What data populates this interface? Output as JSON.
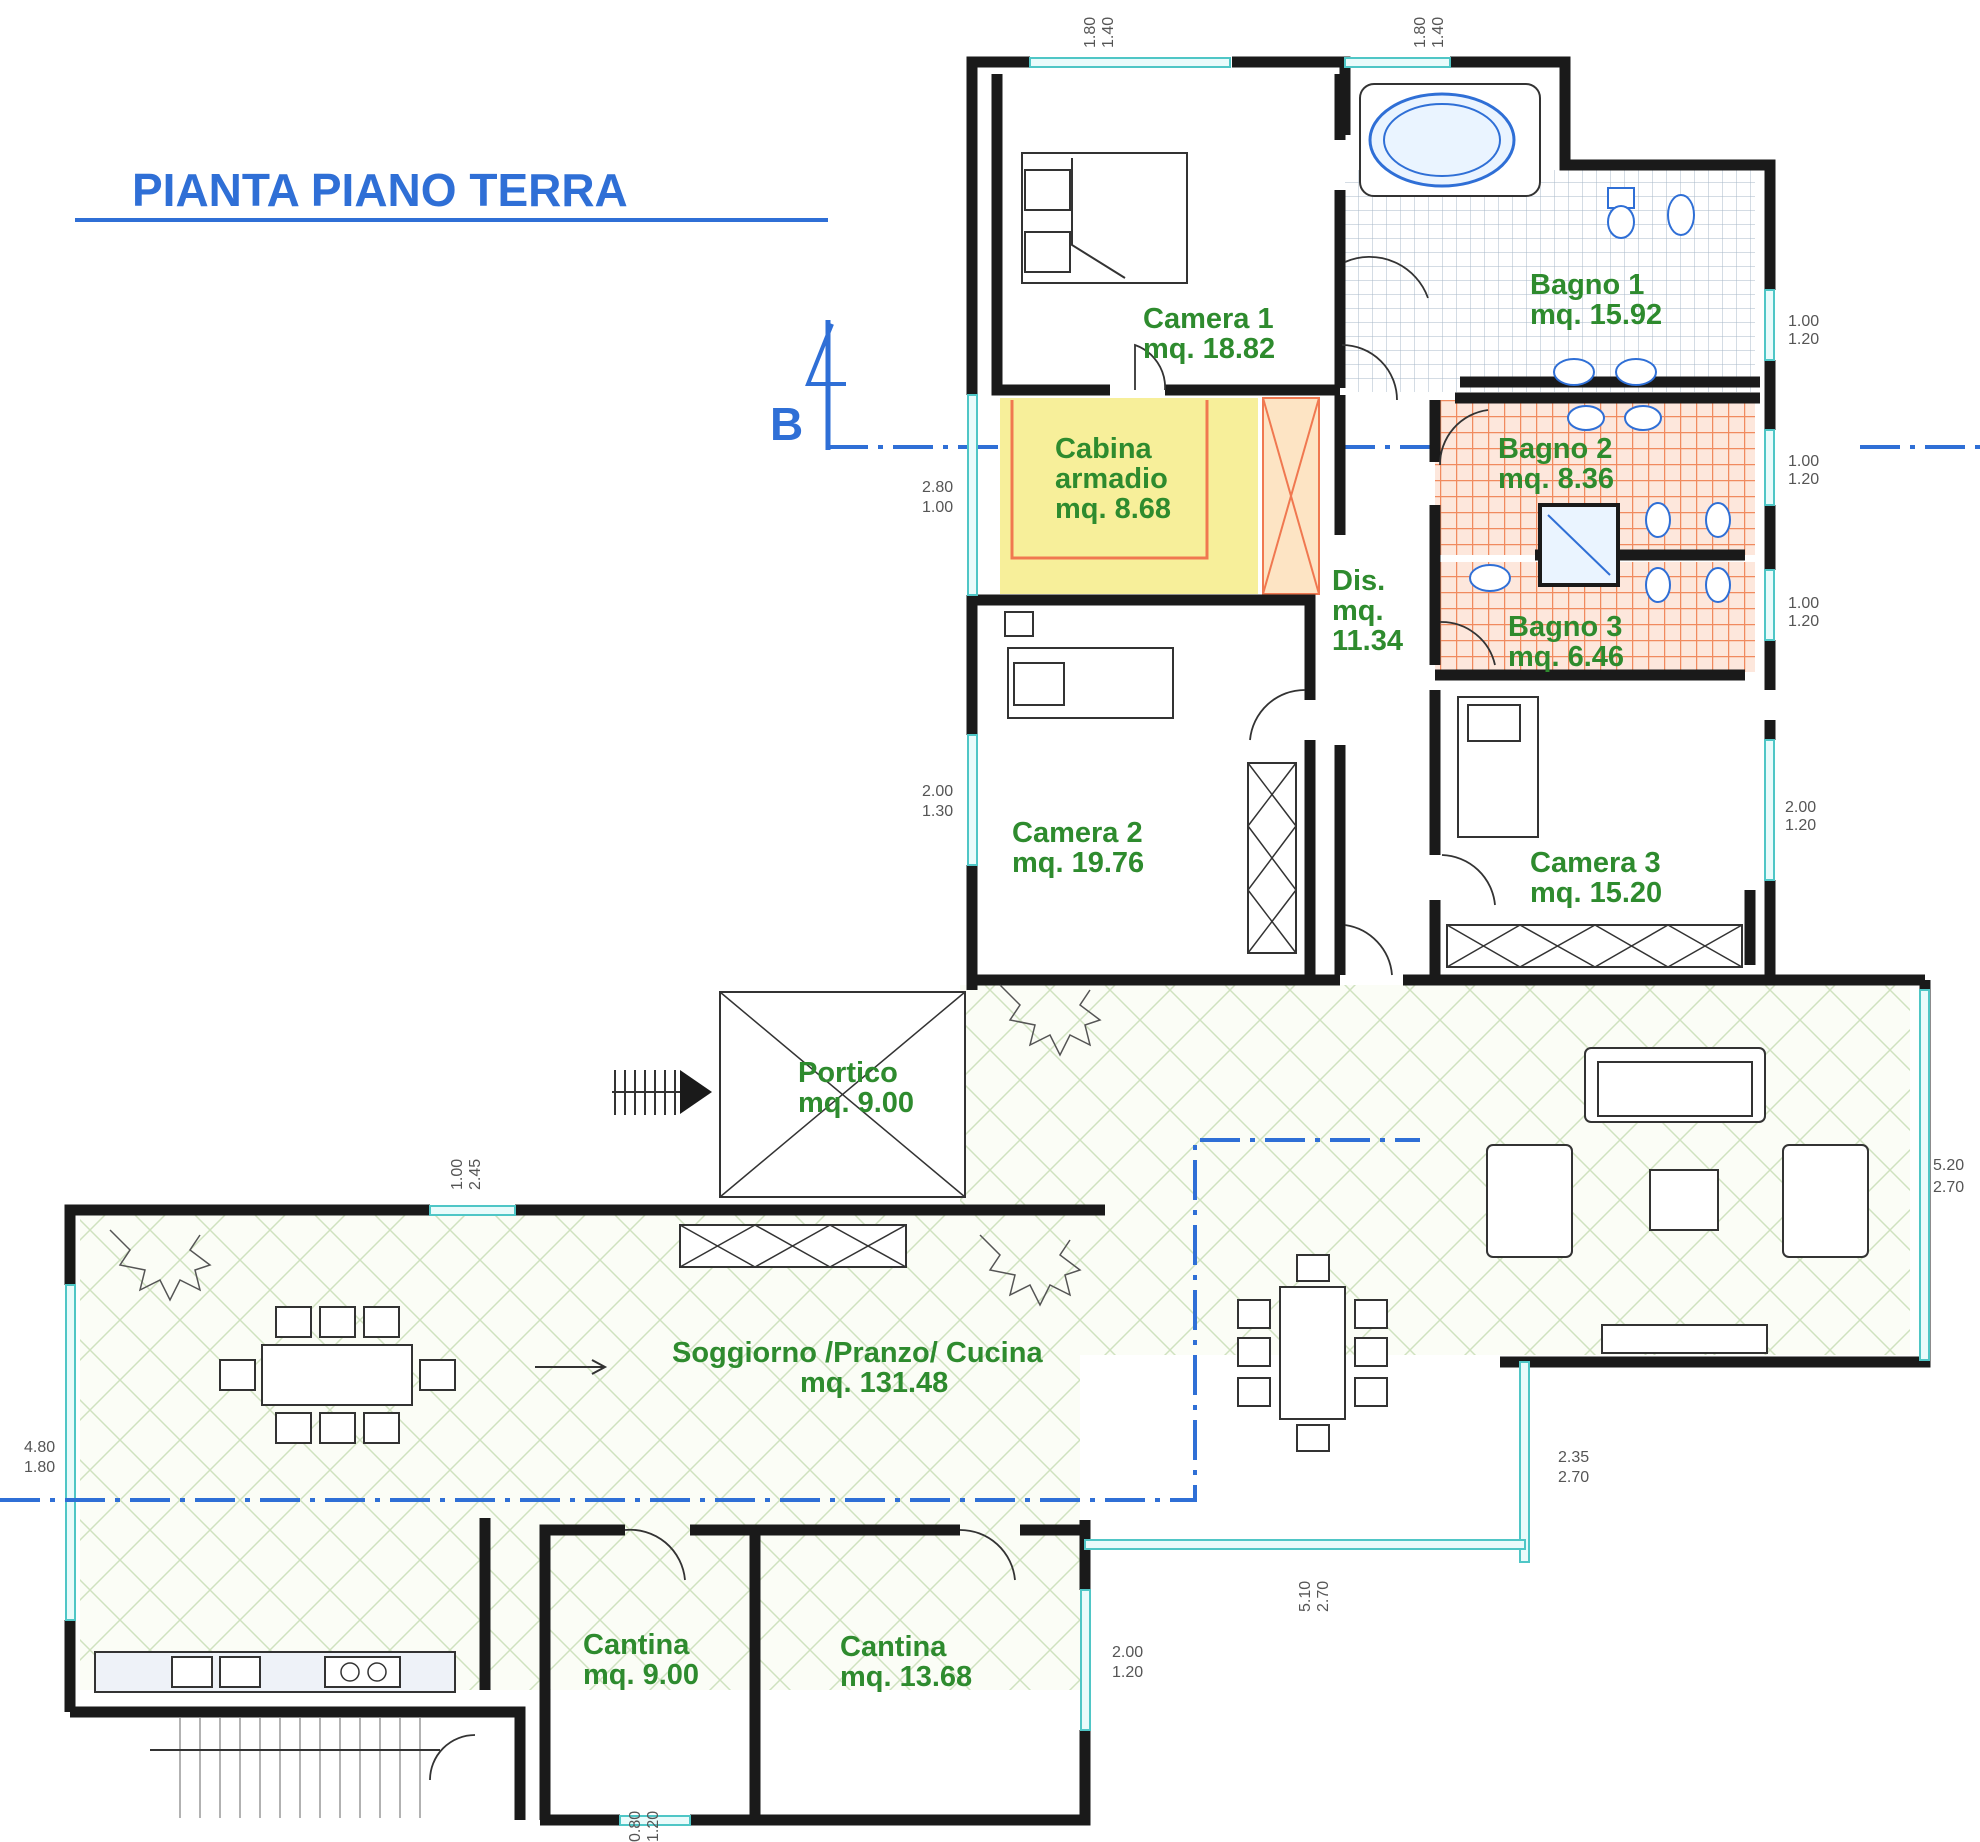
{
  "title": "PIANTA PIANO TERRA",
  "section_marker": "B",
  "colors": {
    "title_blue": "#2f6fd6",
    "label_green": "#2e8b2e",
    "wall": "#1a1a1a",
    "cabina_fill": "#f7ef9a",
    "bath_tile": "#f5a37e",
    "terrace_hatch": "#d8e8c8",
    "window": "#4fc6c6"
  },
  "rooms": {
    "camera1": {
      "name": "Camera 1",
      "area": "mq. 18.82"
    },
    "bagno1": {
      "name": "Bagno 1",
      "area": "mq. 15.92"
    },
    "cabina": {
      "name1": "Cabina",
      "name2": "armadio",
      "area": "mq. 8.68"
    },
    "bagno2": {
      "name": "Bagno 2",
      "area": "mq. 8.36"
    },
    "dis": {
      "name": "Dis.",
      "area1": "mq.",
      "area2": "11.34"
    },
    "bagno3": {
      "name": "Bagno 3",
      "area": "mq. 6.46"
    },
    "camera2": {
      "name": "Camera 2",
      "area": "mq. 19.76"
    },
    "camera3": {
      "name": "Camera 3",
      "area": "mq. 15.20"
    },
    "portico": {
      "name": "Portico",
      "area": "mq. 9.00"
    },
    "soggiorno": {
      "name": "Soggiorno /Pranzo/ Cucina",
      "area": "mq. 131.48"
    },
    "cantina1": {
      "name": "Cantina",
      "area": "mq. 9.00"
    },
    "cantina2": {
      "name": "Cantina",
      "area": "mq. 13.68"
    }
  },
  "dimensions": {
    "top1": [
      "1.80",
      "1.40"
    ],
    "top2": [
      "1.80",
      "1.40"
    ],
    "bagno1_win": [
      "1.00",
      "1.20"
    ],
    "bagno2_win": [
      "1.00",
      "1.20"
    ],
    "bagno3_win": [
      "1.00",
      "1.20"
    ],
    "camera3_win": [
      "2.00",
      "1.20"
    ],
    "cabina_win": [
      "2.80",
      "1.00"
    ],
    "camera2_win": [
      "2.00",
      "1.30"
    ],
    "soggiorno_top": [
      "1.00",
      "2.45"
    ],
    "soggiorno_right": [
      "5.20",
      "2.70"
    ],
    "soggiorno_left": [
      "4.80",
      "1.80"
    ],
    "terrace_right": [
      "2.35",
      "2.70"
    ],
    "terrace_bottom": [
      "5.10",
      "2.70"
    ],
    "cantina_right": [
      "2.00",
      "1.20"
    ],
    "bottom": [
      "0.80",
      "1.20"
    ]
  }
}
